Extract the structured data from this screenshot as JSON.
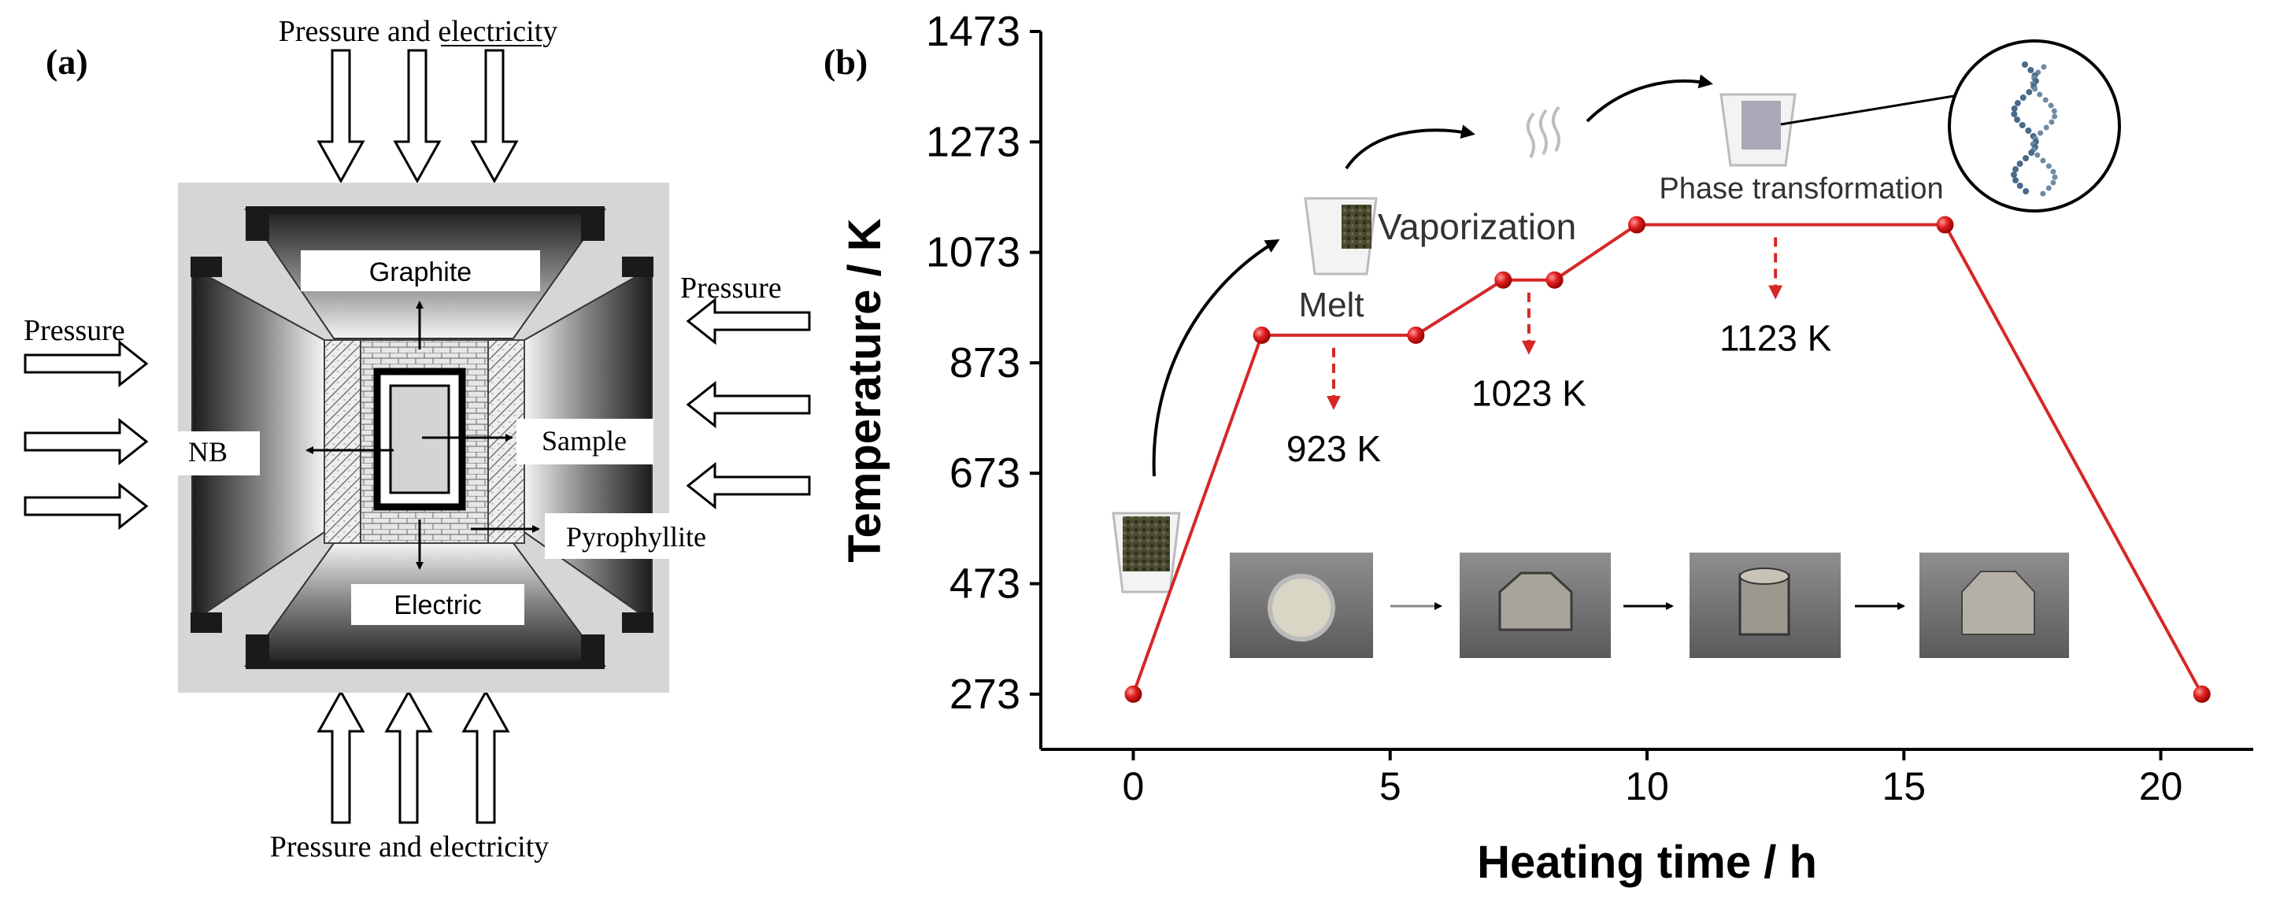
{
  "panel_a": {
    "label": "(a)",
    "top_arrow_label": "Pressure and electricity",
    "bottom_arrow_label": "Pressure and electricity",
    "left_arrow_label": "Pressure",
    "right_arrow_label": "Pressure",
    "graphite_label": "Graphite",
    "electric_label": "Electric",
    "nb_label": "NB",
    "sample_label": "Sample",
    "pyrophyllite_label": "Pyrophyllite"
  },
  "panel_b": {
    "label": "(b)",
    "stage_labels": {
      "melt": "Melt",
      "vaporization": "Vaporization",
      "phase_transformation": "Phase transformation"
    },
    "hold_labels": [
      "923 K",
      "1023 K",
      "1123 K"
    ]
  },
  "chart_data": {
    "type": "line",
    "xlabel": "Heating time / h",
    "ylabel": "Temperature / K",
    "xlim": [
      -1.8,
      21.8
    ],
    "ylim": [
      173,
      1473
    ],
    "xticks": [
      0,
      5,
      10,
      15,
      20
    ],
    "yticks": [
      273,
      473,
      673,
      873,
      1073,
      1273,
      1473
    ],
    "grid": false,
    "legend": "none",
    "series": [
      {
        "color": "#d62728",
        "x": [
          0,
          2.5,
          5.5,
          7.2,
          8.2,
          9.8,
          15.8,
          20.8
        ],
        "y": [
          273,
          923,
          923,
          1023,
          1023,
          1123,
          1123,
          273
        ]
      }
    ],
    "hold_annotations": [
      {
        "text": "923 K",
        "x": 3.9,
        "y": 923
      },
      {
        "text": "1023 K",
        "x": 7.7,
        "y": 1023
      },
      {
        "text": "1123 K",
        "x": 12.5,
        "y": 1123
      }
    ]
  }
}
